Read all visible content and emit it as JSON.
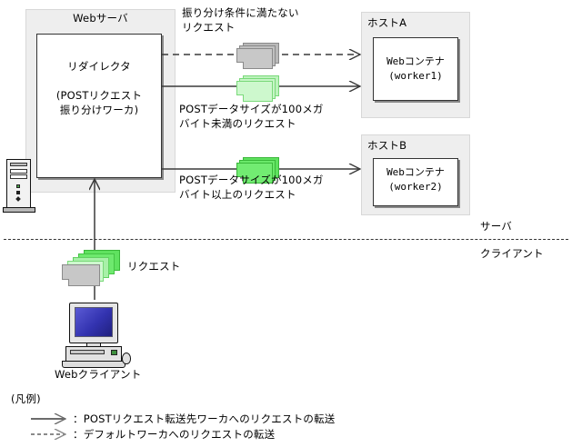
{
  "diagram": {
    "title_hidden": "",
    "server_zone": {
      "label": "Webサーバ",
      "redirector": {
        "line1": "リダイレクタ",
        "line2": "(POSTリクエスト",
        "line3": "振り分けワーカ)"
      }
    },
    "hosts": [
      {
        "name": "host-a",
        "label": "ホストA",
        "container_line1": "Webコンテナ",
        "container_line2": "(worker1)"
      },
      {
        "name": "host-b",
        "label": "ホストB",
        "container_line1": "Webコンテナ",
        "container_line2": "(worker2)"
      }
    ],
    "flows": [
      {
        "name": "flow-default",
        "style": "dashed",
        "label_line1": "振り分け条件に満たない",
        "label_line2": "リクエスト",
        "packet_color": "#c4c4c4",
        "packet_border": "#8a8a8a"
      },
      {
        "name": "flow-under-100mb",
        "style": "solid",
        "label_line1": "POSTデータサイズが100メガ",
        "label_line2": "バイト未満のリクエスト",
        "packet_color": "#c8f5c8",
        "packet_border": "#73d973"
      },
      {
        "name": "flow-over-100mb",
        "style": "solid",
        "label_line1": "POSTデータサイズが100メガ",
        "label_line2": "バイト以上のリクエスト",
        "packet_color": "#6ee96e",
        "packet_border": "#3fbf3f"
      }
    ],
    "boundary": {
      "server_label": "サーバ",
      "client_label": "クライアント"
    },
    "client": {
      "request_label": "リクエスト",
      "client_label": "Webクライアント"
    },
    "legend": {
      "title": "(凡例)",
      "items": [
        {
          "name": "legend-solid",
          "style": "solid",
          "text": "：POSTリクエスト転送先ワーカへのリクエストの転送"
        },
        {
          "name": "legend-dashed",
          "style": "dashed",
          "text": "：デフォルトワーカへのリクエストの転送"
        }
      ]
    },
    "colors": {
      "panel_fill": "#eeeeee",
      "box_fill": "#ffffff",
      "line": "#3a3a3a",
      "screen": "#3333b0"
    }
  }
}
